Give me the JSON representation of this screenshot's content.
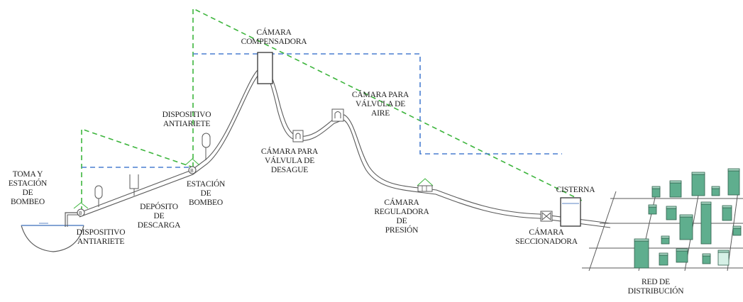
{
  "colors": {
    "pipe": "#5a5a5a",
    "hydraulic_grade_line": "#3db53d",
    "static_level_line": "#4a7fd0",
    "water": "#5b86c6",
    "building_fill": "#5fae8e",
    "building_top": "#a8d8c4"
  },
  "labels": {
    "toma": [
      "TOMA Y",
      "ESTACIÓN",
      "DE",
      "BOMBEO"
    ],
    "dispositivo_1": [
      "DISPOSITIVO",
      "ANTIARIETE"
    ],
    "deposito": [
      "DEPÓSITO",
      "DE",
      "DESCARGA"
    ],
    "dispositivo_2": [
      "DISPOSITIVO",
      "ANTIARIETE"
    ],
    "estacion": [
      "ESTACIÓN",
      "DE",
      "BOMBEO"
    ],
    "compensadora": [
      "CÁMARA",
      "COMPENSADORA"
    ],
    "desague": [
      "CÁMARA PARA",
      "VÁLVULA DE",
      "DESAGUE"
    ],
    "aire": [
      "CÁMARA PARA",
      "VÁLVULA DE",
      "AIRE"
    ],
    "reguladora": [
      "CÁMARA",
      "REGULADORA",
      "DE",
      "PRESIÓN"
    ],
    "cisterna": [
      "CISTERNA"
    ],
    "seccionadora": [
      "CÁMARA",
      "SECCIONADORA"
    ],
    "red": [
      "RED DE",
      "DISTRIBUCIÓN"
    ]
  },
  "icons": [
    "pump-symbol",
    "valve-symbol",
    "air-valve-symbol",
    "drain-valve-symbol",
    "pressure-reducer-symbol",
    "antiram-tank-symbol"
  ]
}
